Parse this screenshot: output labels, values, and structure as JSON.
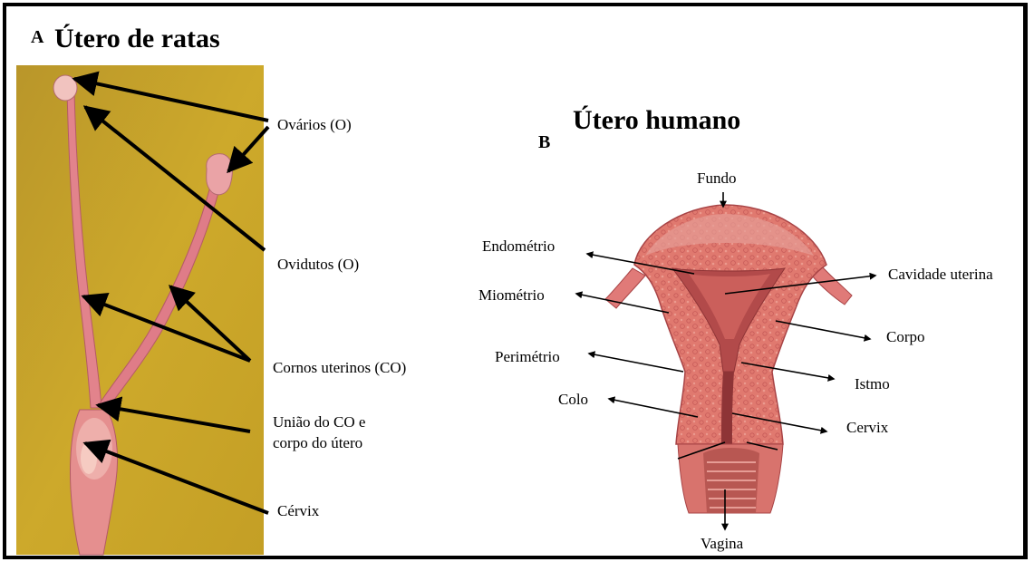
{
  "panel_a": {
    "letter": "A",
    "title": "Útero de ratas",
    "labels": {
      "ovarios": "Ovários (O)",
      "ovidutos": "Ovidutos (O)",
      "cornos": "Cornos uterinos (CO)",
      "uniao_line1": "União do CO e",
      "uniao_line2": "corpo do útero",
      "cervix": "Cérvix"
    }
  },
  "panel_b": {
    "letter": "B",
    "title": "Útero humano",
    "labels": {
      "fundo": "Fundo",
      "endometrio": "Endométrio",
      "cavidade": "Cavidade uterina",
      "miometrio": "Miométrio",
      "corpo": "Corpo",
      "perimetrio": "Perimétrio",
      "istmo": "Istmo",
      "colo": "Colo",
      "cervix": "Cervix",
      "vagina": "Vagina"
    }
  },
  "colors": {
    "photo_background": "#c8a326",
    "tissue_pink": "#e8828a",
    "uterus_muscle": "#e0786f",
    "uterus_dark": "#b84a4c",
    "arrow": "#000000"
  }
}
